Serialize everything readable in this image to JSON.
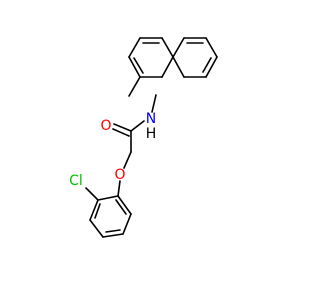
{
  "colors": {
    "bond": "#000000",
    "oxygen": "#ff0000",
    "nitrogen": "#0000ff",
    "chlorine": "#00c000",
    "hydrogen_on_n": "#000000",
    "background": "#ffffff"
  },
  "atoms": {
    "amide_o": {
      "label": "O"
    },
    "ether_o": {
      "label": "O"
    },
    "amide_n": {
      "label": "N"
    },
    "amide_h": {
      "label": "H"
    },
    "chlorine": {
      "label": "Cl"
    }
  }
}
